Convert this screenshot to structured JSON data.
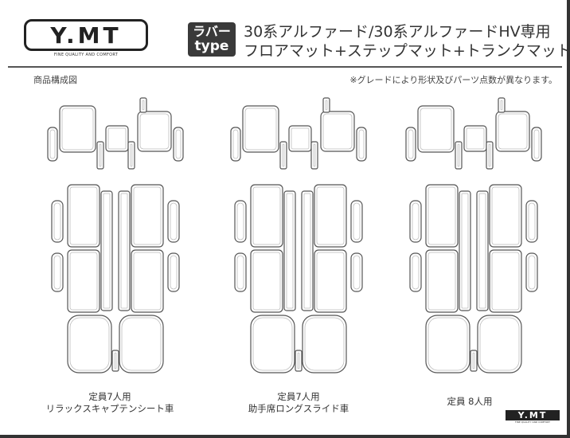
{
  "brand": {
    "logo": "Y.MT",
    "tagline": "FINE QUALITY AND COMFORT"
  },
  "badge": {
    "line1": "ラバー",
    "line2": "type"
  },
  "title": {
    "line1": "30系アルファード/30系アルファードHV専用",
    "line2": "フロアマット+ステップマット+トランクマット"
  },
  "subheader": {
    "left": "商品構成図",
    "right": "※グレードにより形状及びパーツ点数が異なります。"
  },
  "variants": [
    {
      "line1": "定員7人用",
      "line2": "リラックスキャプテンシート車"
    },
    {
      "line1": "定員7人用",
      "line2": "助手席ロングスライド車"
    },
    {
      "line1": "定員 8人用",
      "line2": ""
    }
  ],
  "colors": {
    "outline": "#555555",
    "inner": "#bbbbbb",
    "badge": "#3a3a3a"
  }
}
